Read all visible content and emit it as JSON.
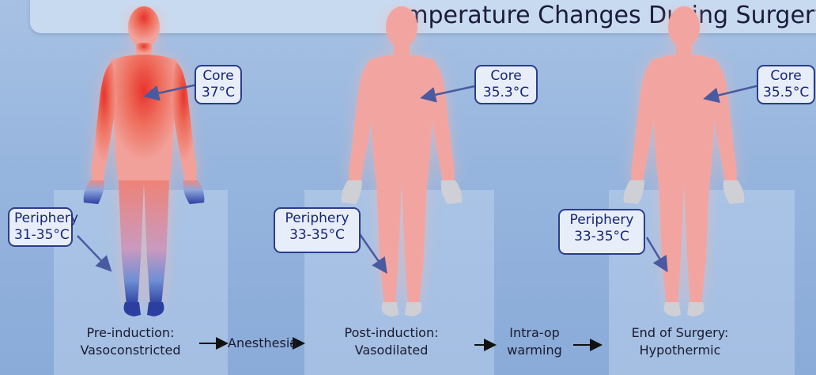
{
  "banner": {
    "text": "emperature Changes During Surgery"
  },
  "stages": [
    {
      "core_label": "Core",
      "core_temp": "37°C",
      "periphery_label": "Periphery",
      "periphery_temp": "31-35°C",
      "caption_line1": "Pre-induction:",
      "caption_line2": "Vasoconstricted"
    },
    {
      "core_label": "Core",
      "core_temp": "35.3°C",
      "periphery_label": "Periphery",
      "periphery_temp": "33-35°C",
      "caption_line1": "Post-induction:",
      "caption_line2": "Vasodilated"
    },
    {
      "core_label": "Core",
      "core_temp": "35.5°C",
      "periphery_label": "Periphery",
      "periphery_temp": "33-35°C",
      "caption_line1": "End of Surgery:",
      "caption_line2": "Hypothermic"
    }
  ],
  "transitions": [
    {
      "label": "Anesthesia"
    },
    {
      "label_line1": "Intra-op",
      "label_line2": "warming"
    }
  ],
  "colors": {
    "warm_core": "#e8473a",
    "normal_body": "#f2a5a0",
    "cold_extremity": "#2b3fa0",
    "label_border": "#2b3d8c",
    "arrow": "#4a5aa0"
  }
}
